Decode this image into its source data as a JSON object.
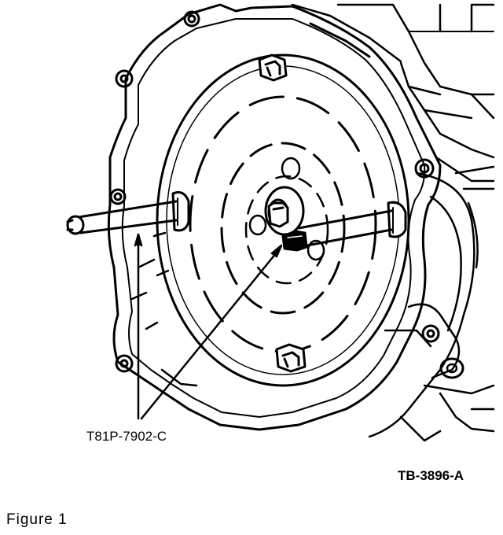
{
  "diagram": {
    "tool_label": "T81P-7902-C",
    "figure_code": "TB-3896-A",
    "caption": "Figure 1"
  },
  "colors": {
    "ink": "#000000",
    "paper": "#ffffff"
  }
}
